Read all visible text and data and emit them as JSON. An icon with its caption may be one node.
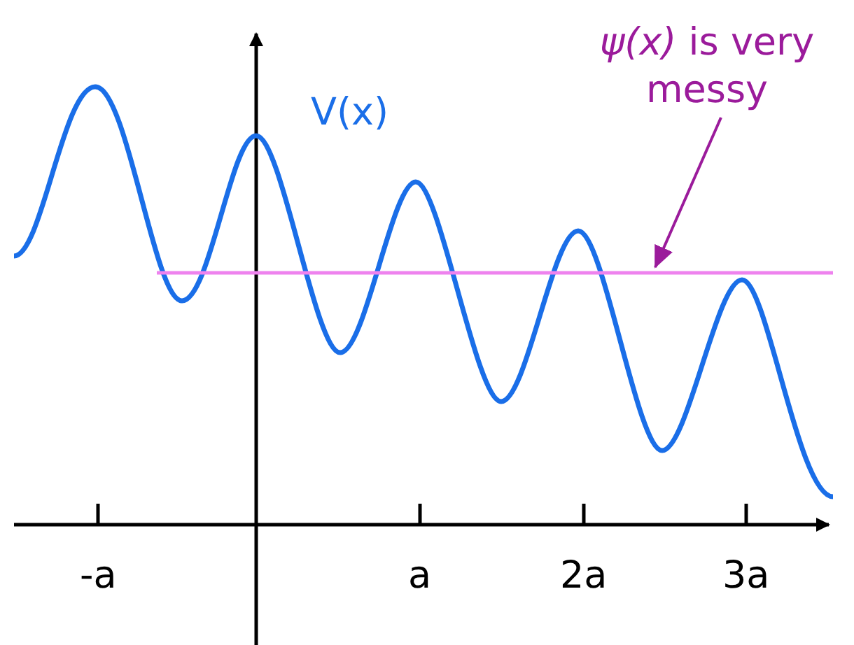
{
  "diagram": {
    "nodes": [
      {
        "text": [
          "*ψ(x)* is very messy"
        ]
      },
      {
        "text": [],
        "shape": "line"
      }
    ],
    "edges": [
      {
        "from": 0,
        "to": 1,
        "arrow": "to"
      }
    ],
    "labels": [
      "V(x)",
      "-a",
      "a",
      "2a",
      "3a"
    ]
  }
}
